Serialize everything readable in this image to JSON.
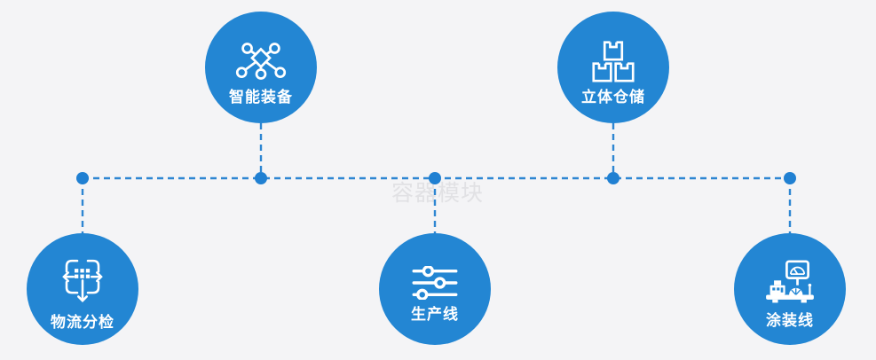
{
  "watermark": {
    "text": "容器模块"
  },
  "colors": {
    "background": "#f4f4f6",
    "node_blue": "#2386d3",
    "connector_blue": "#2e86d2",
    "icon_white": "#ffffff",
    "watermark_gray": "#d7d7db"
  },
  "nodes": [
    {
      "id": "smart-equipment",
      "label": "智能装备",
      "icon": "network-nodes-icon"
    },
    {
      "id": "warehouse-storage",
      "label": "立体仓储",
      "icon": "stacked-boxes-icon"
    },
    {
      "id": "logistics-sorting",
      "label": "物流分检",
      "icon": "sorting-grid-arrows-icon"
    },
    {
      "id": "production-line",
      "label": "生产线",
      "icon": "sliders-icon"
    },
    {
      "id": "painting-line",
      "label": "涂装线",
      "icon": "machine-monitor-icon"
    }
  ]
}
